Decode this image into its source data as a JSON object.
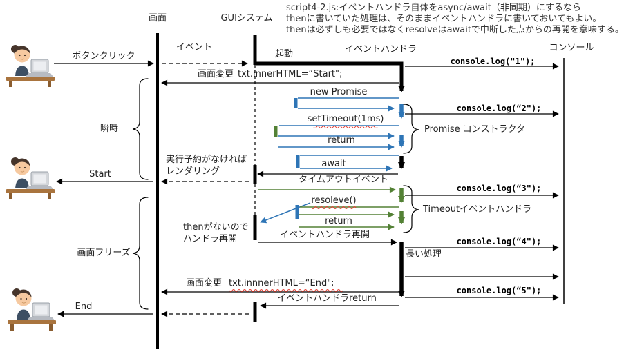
{
  "note": {
    "line1": "script4-2.js:イベントハンドラ自体をasync/await（非同期）にするなら",
    "line2": "thenに書いていた処理は、そのままイベントハンドラに書いておいてもよい。",
    "line3": "thenは必ずしも必要ではなくresolveはawaitで中断した点からの再開を意味する。"
  },
  "lifelines": {
    "screen": "画面",
    "gui": "GUIシステム",
    "handler": "イベントハンドラ",
    "console": "コンソール"
  },
  "messages": {
    "button_click": "ボタンクリック",
    "event": "イベント",
    "launch": "起動",
    "log1": "console.log(\"1\");",
    "screen_change_1": "画面変更",
    "set_start": "txt.innerHTML=“Start\";",
    "new_promise": "new Promise",
    "log2": "console.log(“2\");",
    "set_timeout": "setTimeout(1ms)",
    "return_1": "return",
    "await_label": "await",
    "render_note_1": "実行予約がなければ",
    "render_note_2": "レンダリング",
    "start": "Start",
    "timeout_event": "タイムアウトイベント",
    "log3": "console.log(“3\");",
    "resolve": "resoleve()",
    "return_2": "return",
    "then_note_1": "thenがないので",
    "then_note_2": "ハンドラ再開",
    "handler_resume": "イベントハンドラ再開",
    "log4": "console.log(“4\");",
    "long_process": "長い処理",
    "screen_change_2": "画面変更",
    "set_end": "txt.innnerHTML=“End\";",
    "handler_return": "イベントハンドラreturn",
    "log5": "console.log(“5\");",
    "end": "End"
  },
  "brackets": {
    "instant": "瞬時",
    "freeze": "画面フリーズ",
    "promise_ctor": "Promise コンストラクタ",
    "timeout_handler": "Timeoutイベントハンドラ"
  },
  "colors": {
    "handler_black": "#000000",
    "promise_blue": "#2E75B6",
    "timeout_green": "#538135",
    "squiggle_red": "#E5392E"
  }
}
